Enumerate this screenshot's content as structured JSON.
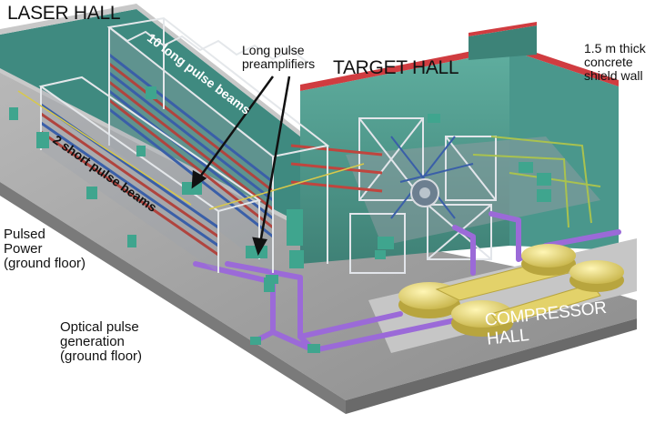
{
  "labels": {
    "laser_hall": "LASER HALL",
    "long_pulse_beams": "10 long pulse beams",
    "long_pulse_preamplifiers": [
      "Long pulse",
      "preamplifiers"
    ],
    "target_hall": "TARGET HALL",
    "shield_wall": [
      "1.5 m thick",
      "concrete",
      "shield wall"
    ],
    "short_pulse_beams": "2 short pulse beams",
    "pulsed_power": [
      "Pulsed",
      "Power",
      "(ground floor)"
    ],
    "optical_pulse_generation": [
      "Optical pulse",
      "generation",
      "(ground floor)"
    ],
    "compressor_hall": [
      "COMPRESSOR",
      "HALL"
    ]
  },
  "colors": {
    "floor": "#a7a7a7",
    "floor_edge": "#6f6f6f",
    "wall_teal": "#4f9a8f",
    "wall_top_red": "#d03c40",
    "beam_pipe": "#9b6ad8",
    "compressor_tank": "#e9dc7a",
    "frame_steel": "#d9dde3",
    "amp_rack_blue": "#3a5fa8",
    "amp_rack_red": "#b0443e",
    "callout_arrow": "#111111"
  }
}
